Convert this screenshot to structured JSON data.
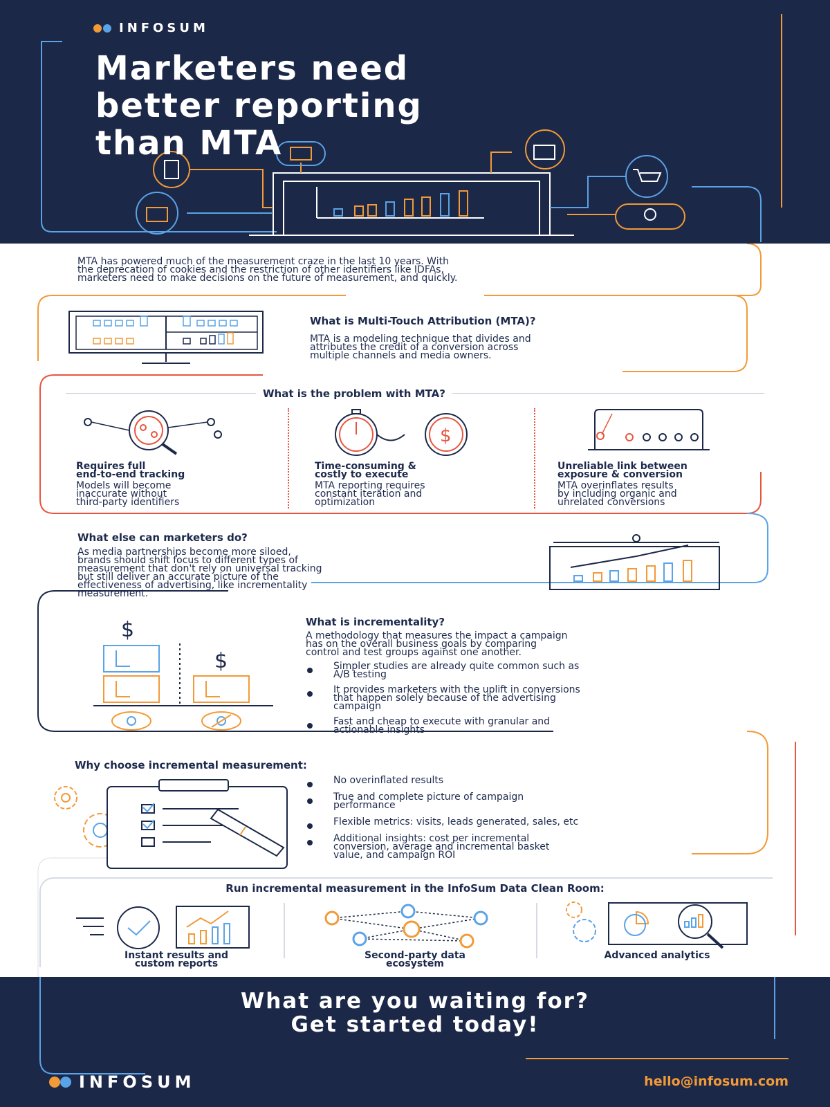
{
  "brand": {
    "name": "INFOSUM"
  },
  "hero": {
    "title_lines": [
      "Marketers need",
      "better reporting",
      "than MTA"
    ]
  },
  "intro": {
    "lines": [
      "MTA has powered much of the measurement craze in the last 10 years. With",
      "the deprecation of cookies and the restriction of other identifiers like IDFAs,",
      "marketers need to make decisions on the future of measurement, and quickly."
    ]
  },
  "mta": {
    "heading": "What is Multi-Touch Attribution (MTA)?",
    "lines": [
      "MTA is a modeling technique that divides and",
      "attributes the credit of a conversion across",
      "multiple channels and media owners."
    ]
  },
  "problem": {
    "heading": "What is the problem with MTA?",
    "items": [
      {
        "title_lines": [
          "Requires full",
          "end-to-end tracking"
        ],
        "desc_lines": [
          "Models will become",
          "inaccurate without",
          "third-party identifiers"
        ]
      },
      {
        "title_lines": [
          "Time-consuming &",
          "costly to execute"
        ],
        "desc_lines": [
          "MTA reporting requires",
          "constant iteration and",
          "optimization"
        ]
      },
      {
        "title_lines": [
          "Unreliable link between",
          "exposure & conversion"
        ],
        "desc_lines": [
          "MTA overinflates results",
          "by including organic and",
          "unrelated conversions"
        ]
      }
    ]
  },
  "else": {
    "heading": "What else can marketers do?",
    "lines": [
      "As media partnerships become more siloed,",
      "brands should shift focus to different types of",
      "measurement that don't rely on universal tracking",
      "but still deliver an accurate picture of the",
      "effectiveness of advertising, like incrementality",
      "measurement."
    ]
  },
  "incrementality": {
    "heading": "What is incrementality?",
    "lines": [
      "A methodology that measures the impact a campaign",
      "has on the overall business goals by comparing",
      "control and test groups against one another."
    ],
    "dollar_symbol": "$",
    "bullets": [
      [
        "Simpler studies are already quite common such as",
        "A/B testing"
      ],
      [
        "It provides marketers with the uplift in conversions",
        "that happen solely because of the advertising",
        "campaign"
      ],
      [
        "Fast and cheap to execute with granular and",
        "actionable insights"
      ]
    ]
  },
  "why": {
    "heading": "Why choose incremental measurement:",
    "bullets": [
      [
        "No overinflated results"
      ],
      [
        "True and complete picture of campaign",
        "performance"
      ],
      [
        "Flexible metrics: visits, leads generated, sales, etc"
      ],
      [
        "Additional insights: cost per incremental",
        "conversion, average and incremental basket",
        "value, and campaign ROI"
      ]
    ]
  },
  "run": {
    "heading": "Run incremental measurement in the InfoSum Data Clean Room:",
    "items": [
      {
        "label_lines": [
          "Instant results and",
          "custom reports"
        ]
      },
      {
        "label_lines": [
          "Second-party data",
          "ecosystem"
        ]
      },
      {
        "label_lines": [
          "Advanced analytics"
        ]
      }
    ]
  },
  "footer": {
    "cta_lines": [
      "What are you waiting for?",
      "Get started today!"
    ],
    "email": "hello@infosum.com"
  },
  "colors": {
    "navy": "#1c2848",
    "orange": "#f29a38",
    "blue": "#5aa3e6",
    "red": "#e8553e"
  }
}
